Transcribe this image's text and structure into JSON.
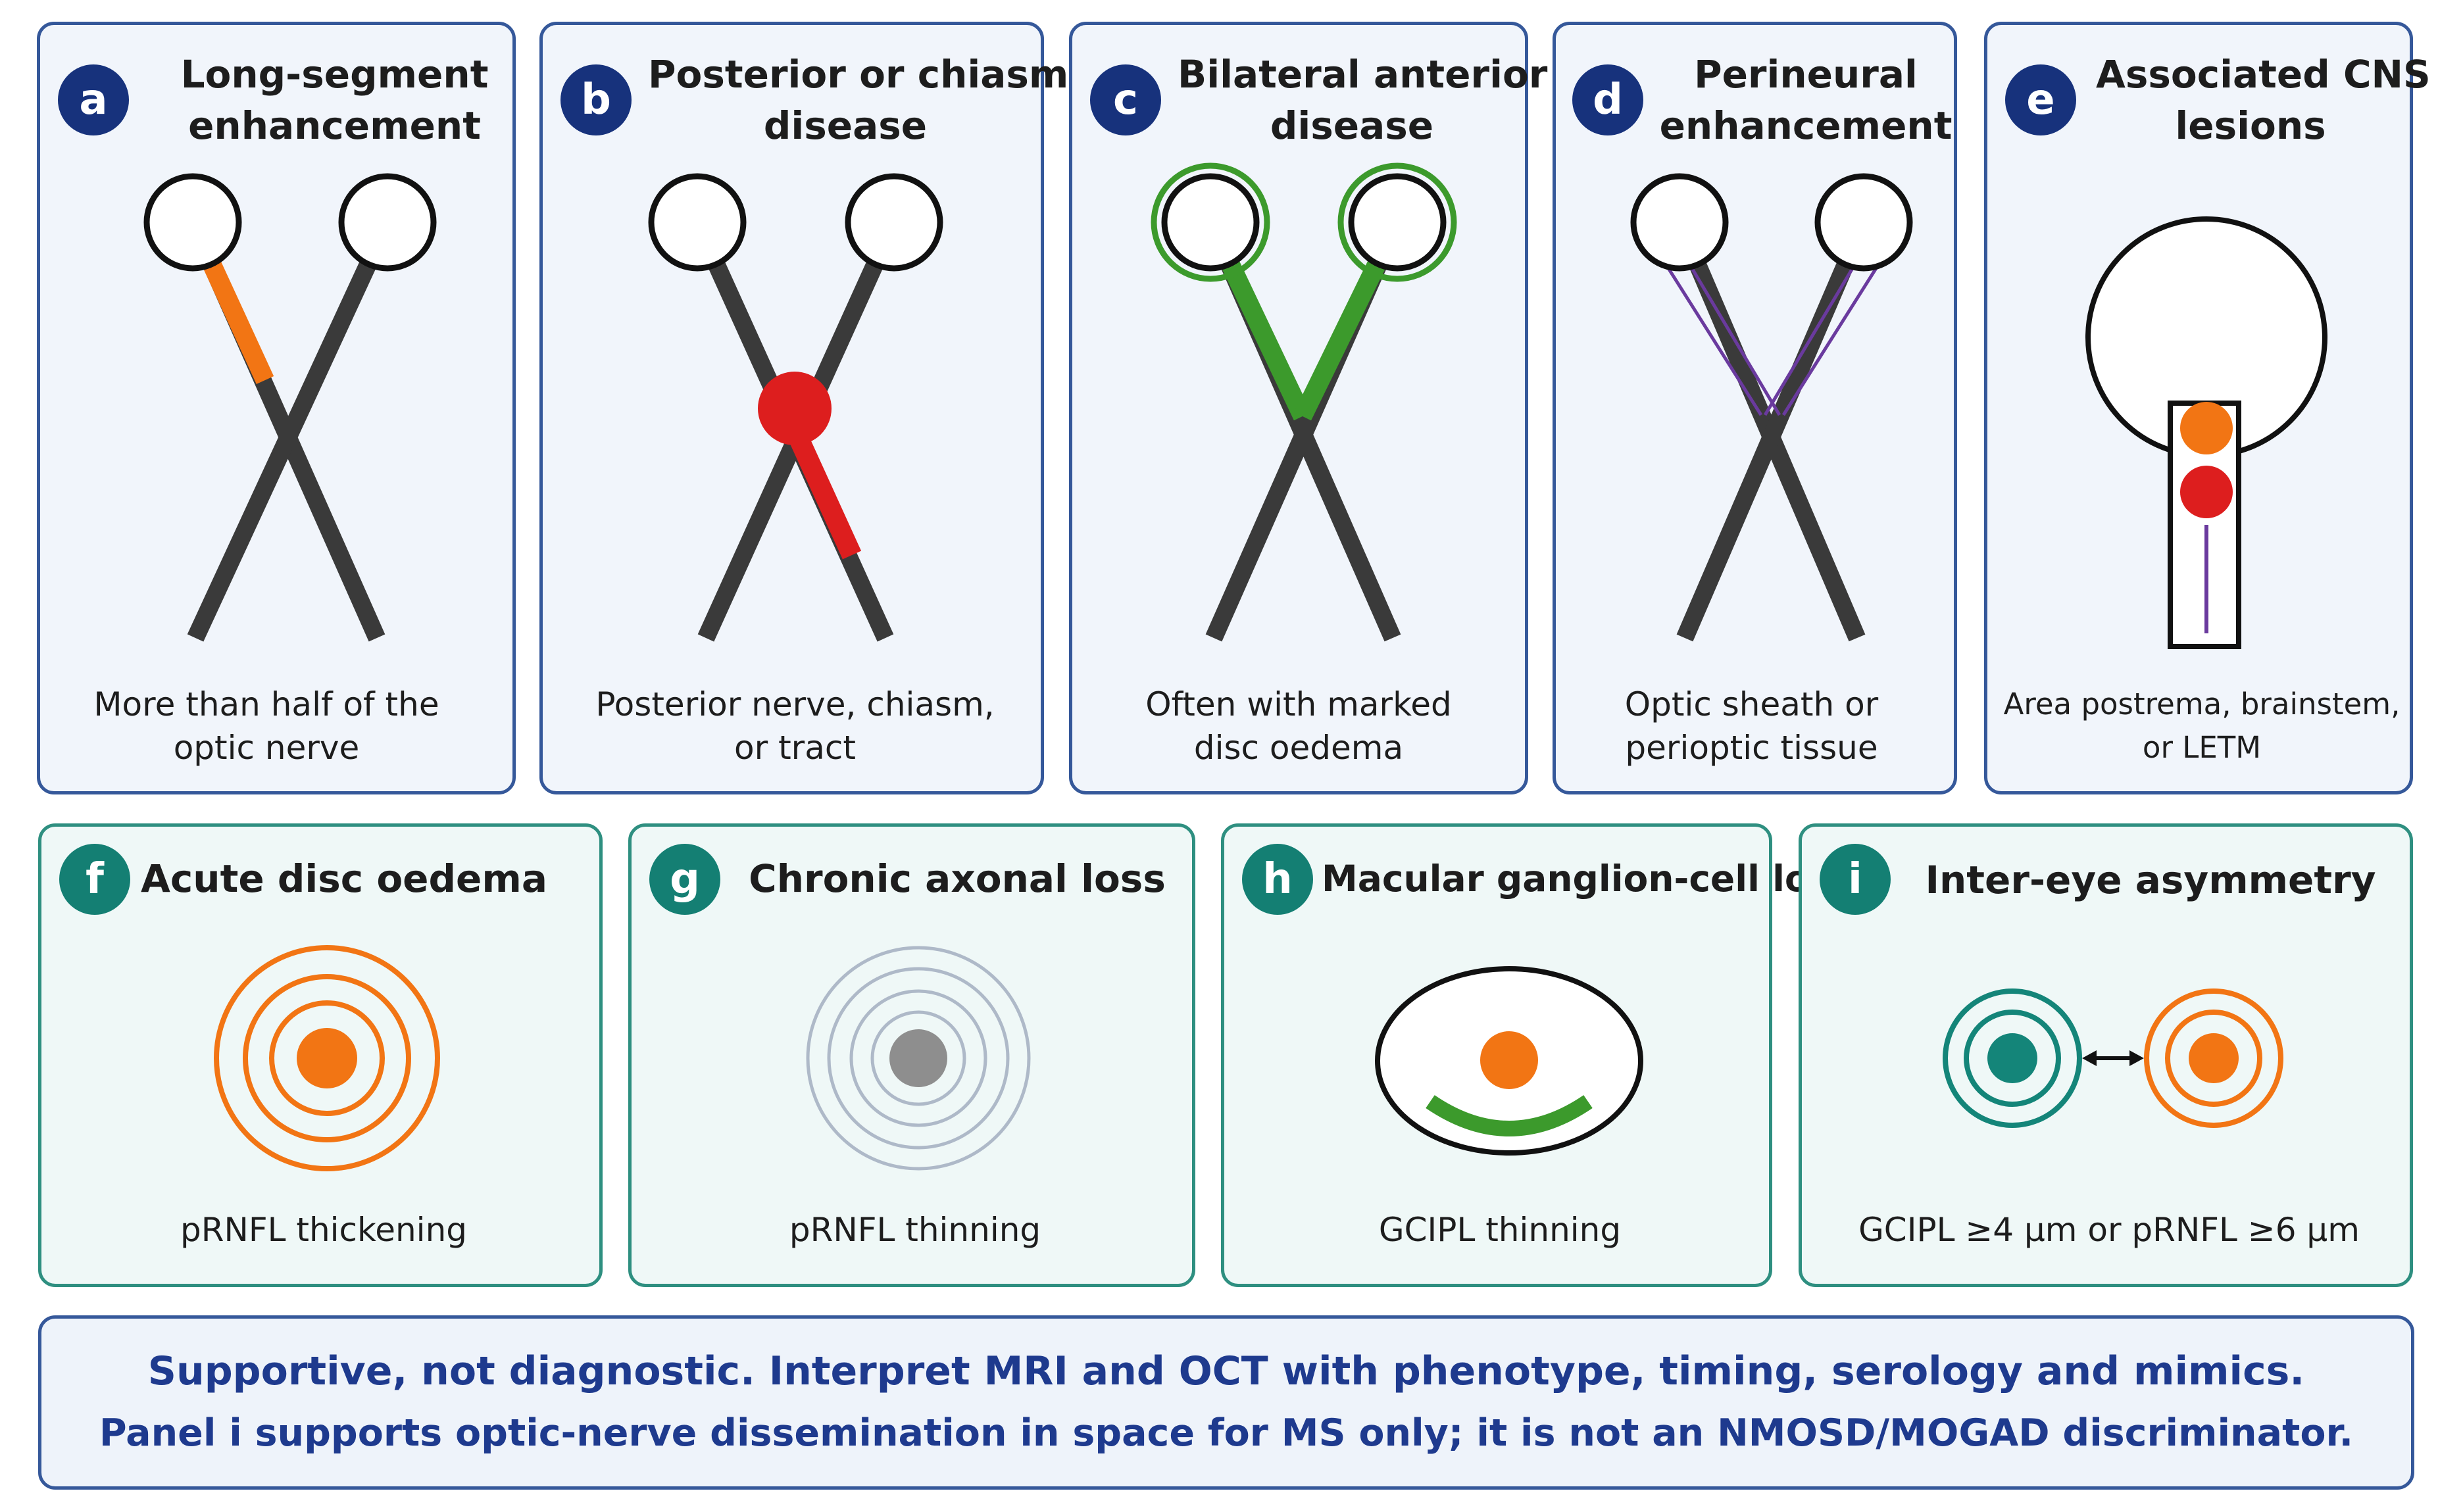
{
  "colors": {
    "mri_border": "#35589a",
    "oct_border": "#2e8f80",
    "nerve": "#3a3a3a",
    "orange": "#f27514",
    "red": "#dd1e1e",
    "green": "#3c9a2c",
    "purple": "#6a3a9e",
    "grey_rings": "#aeb9c8",
    "teal": "#148579",
    "note_text": "#1e3a8e"
  },
  "mri_panels": [
    {
      "letter": "a",
      "title": [
        "Long-segment",
        "enhancement"
      ],
      "caption": [
        "More than half of the",
        "optic nerve"
      ]
    },
    {
      "letter": "b",
      "title": [
        "Posterior or chiasmal",
        "disease"
      ],
      "caption": [
        "Posterior nerve, chiasm,",
        "or tract"
      ]
    },
    {
      "letter": "c",
      "title": [
        "Bilateral anterior",
        "disease"
      ],
      "caption": [
        "Often with marked",
        "disc oedema"
      ]
    },
    {
      "letter": "d",
      "title": [
        "Perineural",
        "enhancement"
      ],
      "caption": [
        "Optic sheath or",
        "perioptic tissue"
      ]
    },
    {
      "letter": "e",
      "title": [
        "Associated CNS",
        "lesions"
      ],
      "caption": [
        "Area postrema, brainstem,",
        "or LETM"
      ]
    }
  ],
  "oct_panels": [
    {
      "letter": "f",
      "title": "Acute disc oedema",
      "caption": "pRNFL thickening"
    },
    {
      "letter": "g",
      "title": "Chronic axonal loss",
      "caption": "pRNFL thinning"
    },
    {
      "letter": "h",
      "title": "Macular ganglion-cell loss",
      "caption": "GCIPL thinning"
    },
    {
      "letter": "i",
      "title": "Inter-eye asymmetry",
      "caption": "GCIPL ≥4 μm or pRNFL ≥6 μm"
    }
  ],
  "note": {
    "line1": "Supportive, not diagnostic. Interpret MRI and OCT with phenotype, timing, serology and mimics.",
    "line2": "Panel i supports optic-nerve dissemination in space for MS only; it is not an NMOSD/MOGAD discriminator."
  }
}
